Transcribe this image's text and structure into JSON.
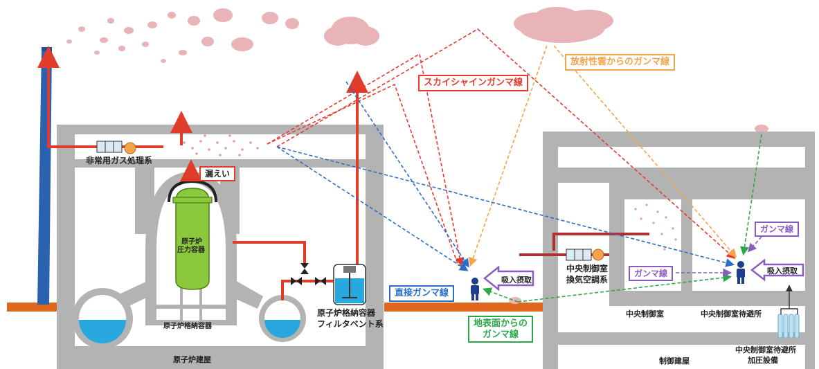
{
  "labels": {
    "emergency_gas": "非常用ガス処理系",
    "leak": "漏えい",
    "rpv_line1": "原子炉",
    "rpv_line2": "圧力容器",
    "pcv": "原子炉格納容器",
    "reactor_building": "原子炉建屋",
    "filter_vent_line1": "原子炉格納容器",
    "filter_vent_line2": "フィルタベント系",
    "skyshine": "スカイシャインガンマ線",
    "cloud_gamma": "放射性雲からのガンマ線",
    "direct_gamma": "直接ガンマ線",
    "ground_gamma_line1": "地表面からの",
    "ground_gamma_line2": "ガンマ線",
    "inhalation_outside": "吸入摂取",
    "cr_hvac_line1": "中央制御室",
    "cr_hvac_line2": "換気空調系",
    "cr_gamma_inside": "ガンマ線",
    "shelter_gamma": "ガンマ線",
    "shelter_inhalation": "吸入摂取",
    "control_room": "中央制御室",
    "shelter": "中央制御室待避所",
    "shelter_press_line1": "中央制御室待避所",
    "shelter_press_line2": "加圧設備",
    "control_building": "制御建屋"
  },
  "colors": {
    "building_gray": "#b3b3b3",
    "pipe_red": "#e03c2c",
    "ground_orange": "#e2671e",
    "stack_blue": "#2a62b0",
    "rpv_green": "#8cc83c",
    "water_blue": "#29a8e0",
    "skyshine_red": "#e8392b",
    "cloud_orange": "#f5a34a",
    "direct_blue": "#2a6ec8",
    "ground_green": "#2aa84a",
    "gamma_purple": "#8a5cc0",
    "cloud_pink": "#e8b4b8",
    "person_navy": "#1c3d8a"
  },
  "icons": [
    "person-icon",
    "valve-icon",
    "fan-icon",
    "filter-icon",
    "cloud-icon",
    "tank-icon"
  ]
}
